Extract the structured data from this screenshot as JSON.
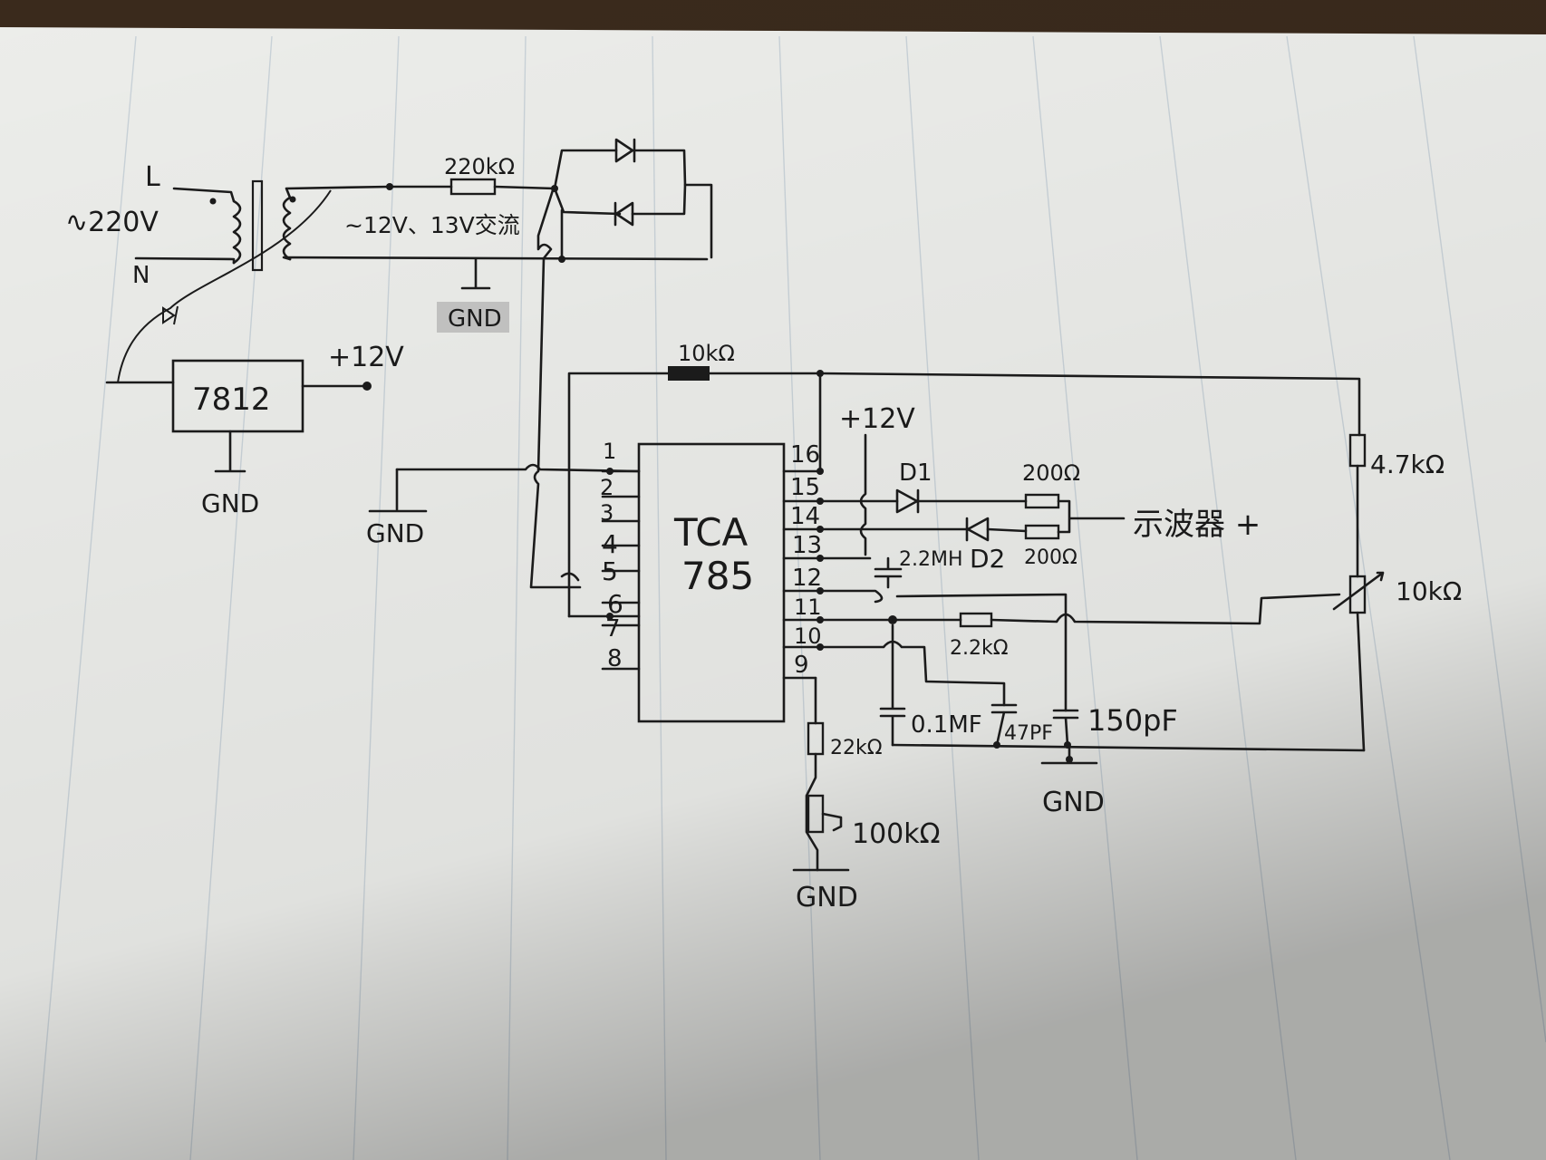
{
  "colors": {
    "paper": "#ecedea",
    "ink": "#1b1b1b",
    "rule": "#c9d2d8",
    "desk": "#3a2a1c",
    "gnd_tag": "#b9b9b9"
  },
  "mains": {
    "live": "L",
    "neutral": "N",
    "voltage": "∿220V"
  },
  "transformer": {
    "secondary": "~12V、13V交流"
  },
  "resistor_220k": "220kΩ",
  "gnd_tag": "GND",
  "regulator": {
    "name": "7812",
    "out": "+12V",
    "gnd": "GND"
  },
  "resistor_10k_top": "10kΩ",
  "gnd_left": "GND",
  "ic": {
    "line1": "TCA",
    "line2": "785"
  },
  "pins_left": [
    "1",
    "2",
    "3",
    "4",
    "5",
    "6",
    "7",
    "8"
  ],
  "pins_right": [
    "16",
    "15",
    "14",
    "13",
    "12",
    "11",
    "10",
    "9"
  ],
  "vcc_right": "+12V",
  "inductor": "2.2MH",
  "diodes": {
    "d1": "D1",
    "d2": "D2"
  },
  "resistors_200": [
    "200Ω",
    "200Ω"
  ],
  "scope": "示波器 +",
  "resistor_47k": "4.7kΩ",
  "pot_10k": "10kΩ",
  "resistor_22k": "2.2kΩ",
  "caps": {
    "c1": "0.1MF",
    "c2": "47PF",
    "c3": "150pF"
  },
  "resistor_22k_bottom": "22kΩ",
  "pot_100k": "100kΩ",
  "gnd_mid": "GND",
  "gnd_bottom": "GND"
}
